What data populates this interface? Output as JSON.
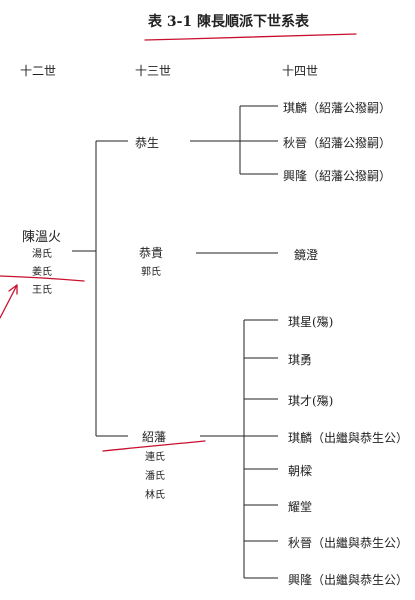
{
  "title": "表 3-1 陳長順派下世系表",
  "generations": [
    "十二世",
    "十三世",
    "十四世"
  ],
  "root": {
    "name": "陳溫火",
    "spouses": [
      "湯氏",
      "姜氏",
      "王氏"
    ]
  },
  "gen13": [
    {
      "name": "恭生",
      "spouses": []
    },
    {
      "name": "恭貴",
      "spouses": [
        "郭氏"
      ]
    },
    {
      "name": "紹藩",
      "spouses": [
        "連氏",
        "潘氏",
        "林氏"
      ]
    }
  ],
  "gen14": {
    "gongsheng": [
      "琪麟（紹藩公撥嗣）",
      "秋晉（紹藩公撥嗣）",
      "興隆（紹藩公撥嗣）"
    ],
    "gonggui": [
      "鏡澄"
    ],
    "shaofan": [
      "琪星(殤)",
      "琪勇",
      "琪才(殤)",
      "琪麟（出繼與恭生公）",
      "朝樑",
      "耀堂",
      "秋晉（出繼與恭生公）",
      "興隆（出繼與恭生公）"
    ]
  },
  "colors": {
    "ink": "#222222",
    "annotation": "#c8102e"
  }
}
